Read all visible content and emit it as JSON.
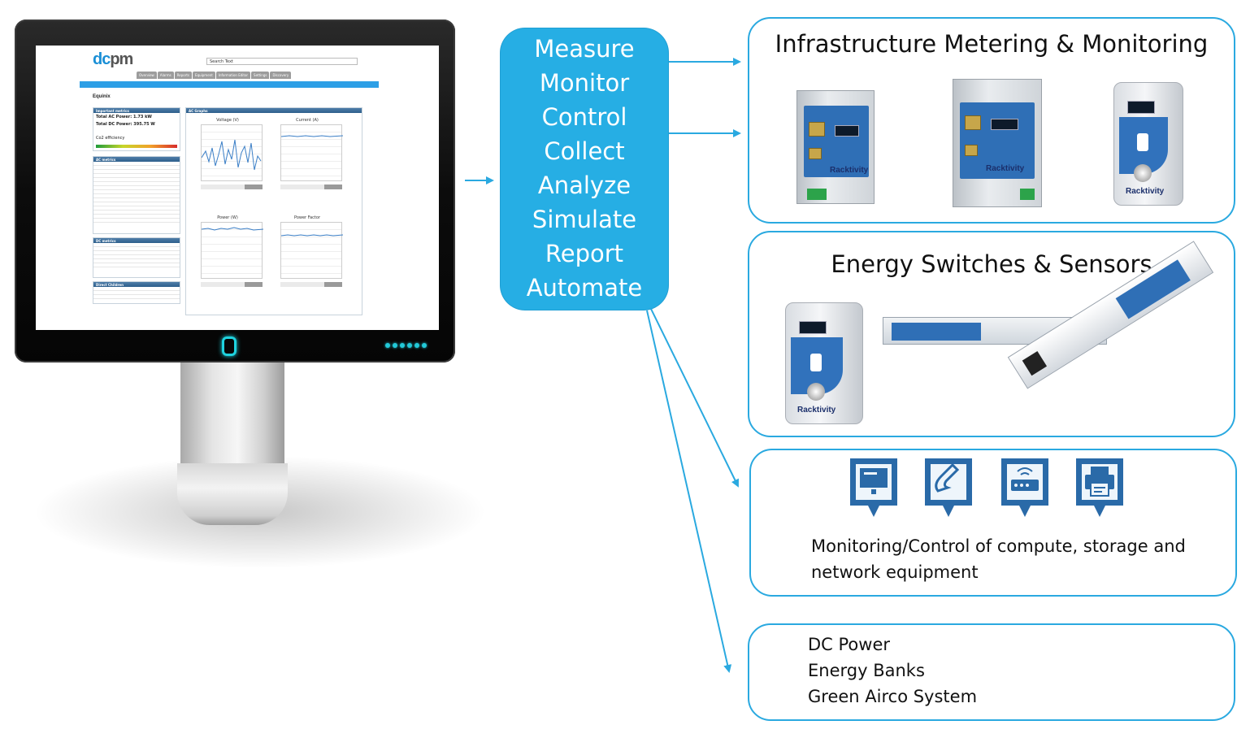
{
  "pipeline": {
    "functions": [
      "Measure",
      "Monitor",
      "Control",
      "Collect",
      "Analyze",
      "Simulate",
      "Report",
      "Automate"
    ]
  },
  "cards": {
    "infrastructure": {
      "title": "Infrastructure Metering & Monitoring"
    },
    "switches": {
      "title": "Energy Switches & Sensors"
    },
    "equipment": {
      "line1": "Monitoring/Control of  compute, storage and",
      "line2": "network equipment"
    },
    "dc": {
      "items": [
        "DC Power",
        "Energy Banks",
        "Green Airco System"
      ]
    }
  },
  "dashboard": {
    "logo_left": "dc",
    "logo_right": "pm",
    "search_value": "Search Text",
    "tabs": [
      "Overview",
      "Alarms",
      "Reports",
      "Equipment",
      "Information Editor",
      "Settings",
      "Discovery"
    ],
    "page_title": "Equinix",
    "important_metrics": "Important metrics",
    "total_ac": "Total AC Power: 1.73 kW",
    "total_dc": "Total DC Power: 395.75 W",
    "co2": "Co2 efficiency",
    "ac_metrics": "AC metrics",
    "dc_metrics": "DC metrics",
    "direct_children": "Direct Children",
    "ac_graphs": "AC Graphs",
    "charts": [
      "Voltage (V)",
      "Current (A)",
      "Power (W)",
      "Power Factor"
    ]
  },
  "device_brand": "Racktivity",
  "colors": {
    "accent": "#26aee4",
    "border": "#2aa9e0",
    "arrow": "#2aa9e0"
  },
  "icons": [
    "monitor-icon",
    "phone-icon",
    "router-icon",
    "printer-icon"
  ]
}
